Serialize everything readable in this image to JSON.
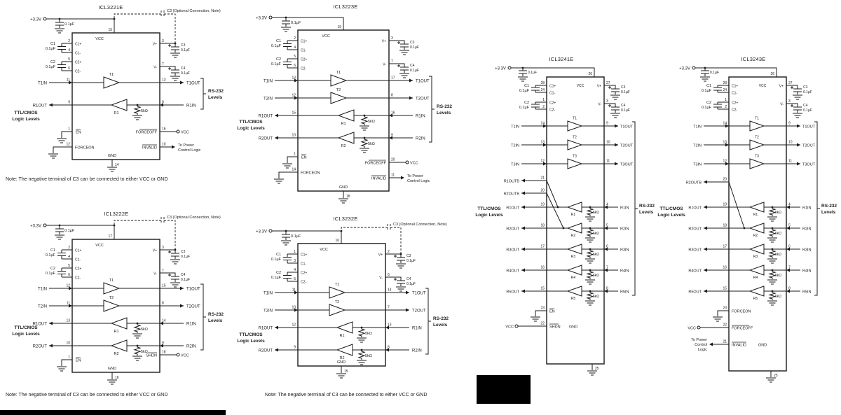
{
  "page": {
    "background": "#ffffff",
    "ink": "#1a1a1a"
  },
  "diagrams": {
    "icl3221e": {
      "title": "ICL3221E",
      "supply": "+3.3V",
      "bypass": "0.1µF",
      "vcc": "VCC",
      "vcc_pin": "15",
      "optional_c3": "C3 (Optional Connection, Note)",
      "note": "Note: The negative terminal of C3 can be connected to either VCC or GND",
      "side_left": [
        "TTL/CMOS",
        "Logic Levels"
      ],
      "side_right": [
        "RS-232",
        "Levels"
      ],
      "caps": {
        "c1": {
          "name": "C1",
          "value": "0.1µF"
        },
        "c2": {
          "name": "C2",
          "value": "0.1µF"
        },
        "c3": {
          "name": "C3",
          "value": "0.1µF"
        },
        "c4": {
          "name": "C4",
          "value": "0.1µF"
        }
      },
      "pump": {
        "c1p": {
          "l": "C1+",
          "p": "2"
        },
        "c1m": {
          "l": "C1-",
          "p": "4"
        },
        "c2p": {
          "l": "C2+",
          "p": "5"
        },
        "c2m": {
          "l": "C2-",
          "p": "6"
        },
        "vp": {
          "l": "V+",
          "p": "3"
        },
        "vm": {
          "l": "V-",
          "p": "7"
        }
      },
      "tx": [
        {
          "name": "T1",
          "in": "T1IN",
          "inp": "11",
          "out": "T1OUT",
          "outp": "13"
        }
      ],
      "rx": [
        {
          "name": "R1",
          "out": "R1OUT",
          "outp": "9",
          "in": "R1IN",
          "inp": "8",
          "res": "5kΩ"
        }
      ],
      "en": {
        "l": "EN",
        "p": "1"
      },
      "forceon": {
        "l": "FORCEON",
        "p": "12"
      },
      "forceoff": {
        "l": "FORCEOFF",
        "p": "16",
        "to": "VCC"
      },
      "invalid": {
        "l": "INVALID",
        "p": "10",
        "to": [
          "To Power",
          "Control Logic"
        ]
      },
      "gnd": {
        "l": "GND",
        "p": "14"
      }
    },
    "icl3223e": {
      "title": "ICL3223E",
      "supply": "+3.3V",
      "bypass": "0.1µF",
      "vcc": "VCC",
      "vcc_pin": "19",
      "side_left": [
        "TTL/CMOS",
        "Logic Levels"
      ],
      "side_right": [
        "RS-232",
        "Levels"
      ],
      "caps": {
        "c1": {
          "name": "C1",
          "value": "0.1µF"
        },
        "c2": {
          "name": "C2",
          "value": "0.1µF"
        },
        "c3": {
          "name": "C3",
          "value": "0.1µF"
        },
        "c4": {
          "name": "C4",
          "value": "0.1µF"
        }
      },
      "pump": {
        "c1p": {
          "l": "C1+",
          "p": "2"
        },
        "c1m": {
          "l": "C1-",
          "p": "4"
        },
        "c2p": {
          "l": "C2+",
          "p": "5"
        },
        "c2m": {
          "l": "C2-",
          "p": "6"
        },
        "vp": {
          "l": "V+",
          "p": "3"
        },
        "vm": {
          "l": "V-",
          "p": "7"
        }
      },
      "tx": [
        {
          "name": "T1",
          "in": "T1IN",
          "inp": "13",
          "out": "T1OUT",
          "outp": "17"
        },
        {
          "name": "T2",
          "in": "T2IN",
          "inp": "12",
          "out": "T2OUT",
          "outp": "8"
        }
      ],
      "rx": [
        {
          "name": "R1",
          "out": "R1OUT",
          "outp": "15",
          "in": "R1IN",
          "inp": "16",
          "res": "5kΩ"
        },
        {
          "name": "R2",
          "out": "R2OUT",
          "outp": "10",
          "in": "R2IN",
          "inp": "9",
          "res": "5kΩ"
        }
      ],
      "en": {
        "l": "EN",
        "p": "1"
      },
      "forceon": {
        "l": "FORCEON",
        "p": "14"
      },
      "forceoff": {
        "l": "FORCEOFF",
        "p": "20",
        "to": "VCC"
      },
      "invalid": {
        "l": "INVALID",
        "p": "11",
        "to": [
          "To Power",
          "Control Logic"
        ]
      },
      "gnd": {
        "l": "GND",
        "p": "18"
      }
    },
    "icl3241e": {
      "title": "ICL3241E",
      "supply": "+3.3V",
      "bypass": "0.1µF",
      "vcc": "VCC",
      "vcc_pin": "26",
      "side_left": [
        "TTL/CMOS",
        "Logic Levels"
      ],
      "side_right": [
        "RS-232",
        "Levels"
      ],
      "caps": {
        "c1": {
          "name": "C1",
          "value": "0.1µF"
        },
        "c2": {
          "name": "C2",
          "value": "0.1µF"
        },
        "c3": {
          "name": "C3",
          "value": "0.1µF"
        },
        "c4": {
          "name": "C4",
          "value": "0.1µF"
        }
      },
      "pump": {
        "c1p": {
          "l": "C1+",
          "p": "28"
        },
        "c1m": {
          "l": "C1-",
          "p": "24"
        },
        "c2p": {
          "l": "C2+",
          "p": "1"
        },
        "c2m": {
          "l": "C2-",
          "p": "2"
        },
        "vp": {
          "l": "V+",
          "p": "27"
        },
        "vm": {
          "l": "V-",
          "p": "3"
        }
      },
      "tx": [
        {
          "name": "T1",
          "in": "T1IN",
          "inp": "14",
          "out": "T1OUT",
          "outp": "9"
        },
        {
          "name": "T2",
          "in": "T2IN",
          "inp": "13",
          "out": "T2OUT",
          "outp": "10"
        },
        {
          "name": "T3",
          "in": "T3IN",
          "inp": "12",
          "out": "T3OUT",
          "outp": "11"
        }
      ],
      "outb": [
        {
          "l": "R1OUTB",
          "p": "21"
        },
        {
          "l": "R2OUTB",
          "p": "20"
        }
      ],
      "rx": [
        {
          "name": "R1",
          "out": "R1OUT",
          "outp": "19",
          "in": "R1IN",
          "inp": "4",
          "res": "5kΩ"
        },
        {
          "name": "R2",
          "out": "R2OUT",
          "outp": "18",
          "in": "R2IN",
          "inp": "5",
          "res": "5kΩ"
        },
        {
          "name": "R3",
          "out": "R3OUT",
          "outp": "17",
          "in": "R3IN",
          "inp": "6",
          "res": "5kΩ"
        },
        {
          "name": "R4",
          "out": "R4OUT",
          "outp": "16",
          "in": "R4IN",
          "inp": "7",
          "res": "5kΩ"
        },
        {
          "name": "R5",
          "out": "R5OUT",
          "outp": "15",
          "in": "R5IN",
          "inp": "8",
          "res": "5kΩ"
        }
      ],
      "en": {
        "l": "EN",
        "p": "23"
      },
      "shdn": {
        "l": "SHDN",
        "p": "22",
        "from": "VCC"
      },
      "gnd": {
        "l": "GND",
        "p": "25"
      }
    },
    "icl3243e": {
      "title": "ICL3243E",
      "supply": "+3.3V",
      "bypass": "0.1µF",
      "vcc": "VCC",
      "vcc_pin": "26",
      "side_left": [
        "TTL/CMOS",
        "Logic Levels"
      ],
      "side_right": [
        "RS-232",
        "Levels"
      ],
      "caps": {
        "c1": {
          "name": "C1",
          "value": "0.1µF"
        },
        "c2": {
          "name": "C2",
          "value": "0.1µF"
        },
        "c3": {
          "name": "C3",
          "value": "0.1µF"
        },
        "c4": {
          "name": "C4",
          "value": "0.1µF"
        }
      },
      "pump": {
        "c1p": {
          "l": "C1+",
          "p": "28"
        },
        "c1m": {
          "l": "C1-",
          "p": "24"
        },
        "c2p": {
          "l": "C2+",
          "p": "1"
        },
        "c2m": {
          "l": "C2-",
          "p": "2"
        },
        "vp": {
          "l": "V+",
          "p": "27"
        },
        "vm": {
          "l": "V-",
          "p": "3"
        }
      },
      "tx": [
        {
          "name": "T1",
          "in": "T1IN",
          "inp": "14",
          "out": "T1OUT",
          "outp": "9"
        },
        {
          "name": "T2",
          "in": "T2IN",
          "inp": "13",
          "out": "T2OUT",
          "outp": "10"
        },
        {
          "name": "T3",
          "in": "T3IN",
          "inp": "12",
          "out": "T3OUT",
          "outp": "11"
        }
      ],
      "outb": [
        {
          "l": "R2OUTB",
          "p": "20"
        }
      ],
      "rx": [
        {
          "name": "R1",
          "out": "R1OUT",
          "outp": "19",
          "in": "R1IN",
          "inp": "4",
          "res": "5kΩ"
        },
        {
          "name": "R2",
          "out": "R2OUT",
          "outp": "18",
          "in": "R2IN",
          "inp": "5",
          "res": "5kΩ"
        },
        {
          "name": "R3",
          "out": "R3OUT",
          "outp": "17",
          "in": "R3IN",
          "inp": "6",
          "res": "5kΩ"
        },
        {
          "name": "R4",
          "out": "R4OUT",
          "outp": "16",
          "in": "R4IN",
          "inp": "7",
          "res": "5kΩ"
        },
        {
          "name": "R5",
          "out": "R5OUT",
          "outp": "15",
          "in": "R5IN",
          "inp": "8",
          "res": "5kΩ"
        }
      ],
      "forceon": {
        "l": "FORCEON",
        "p": "23"
      },
      "forceoff": {
        "l": "FORCEOFF",
        "p": "22",
        "from": "VCC"
      },
      "invalid": {
        "l": "INVALID",
        "p": "21",
        "to": [
          "To Power",
          "Control",
          "Logic"
        ]
      },
      "gnd": {
        "l": "GND",
        "p": "25"
      }
    },
    "icl3222e": {
      "title": "ICL3222E",
      "supply": "+3.3V",
      "bypass": "0.1µF",
      "vcc": "VCC",
      "vcc_pin": "17",
      "optional_c3": "C3 (Optional Connection, Note)",
      "note": "Note: The negative terminal of C3 can be connected to either VCC or GND",
      "side_left": [
        "TTL/CMOS",
        "Logic Levels"
      ],
      "side_right": [
        "RS-232",
        "Levels"
      ],
      "caps": {
        "c1": {
          "name": "C1",
          "value": "0.1µF"
        },
        "c2": {
          "name": "C2",
          "value": "0.1µF"
        },
        "c3": {
          "name": "C3",
          "value": "0.1µF"
        },
        "c4": {
          "name": "C4",
          "value": "0.1µF"
        }
      },
      "pump": {
        "c1p": {
          "l": "C1+",
          "p": "2"
        },
        "c1m": {
          "l": "C1-",
          "p": "4"
        },
        "c2p": {
          "l": "C2+",
          "p": "5"
        },
        "c2m": {
          "l": "C2-",
          "p": "6"
        },
        "vp": {
          "l": "V+",
          "p": "3"
        },
        "vm": {
          "l": "V-",
          "p": "7"
        }
      },
      "tx": [
        {
          "name": "T1",
          "in": "T1IN",
          "inp": "12",
          "out": "T1OUT",
          "outp": "15"
        },
        {
          "name": "T2",
          "in": "T2IN",
          "inp": "11",
          "out": "T2OUT",
          "outp": "8"
        }
      ],
      "rx": [
        {
          "name": "R1",
          "out": "R1OUT",
          "outp": "13",
          "in": "R1IN",
          "inp": "14",
          "res": "5kΩ"
        },
        {
          "name": "R2",
          "out": "R2OUT",
          "outp": "10",
          "in": "R2IN",
          "inp": "9",
          "res": "5kΩ"
        }
      ],
      "en": {
        "l": "EN",
        "p": "1"
      },
      "shdn": {
        "l": "SHDN",
        "p": "18",
        "to": "VCC"
      },
      "gnd": {
        "l": "GND",
        "p": "16"
      }
    },
    "icl3232e": {
      "title": "ICL3232E",
      "supply": "+3.3V",
      "bypass": "0.1µF",
      "vcc": "VCC",
      "vcc_pin": "16",
      "optional_c3": "C3 (Optional Connection, Note)",
      "note": "Note: The negative terminal of C3 can be connected to either VCC or GND",
      "side_left": [
        "TTL/CMOS",
        "Logic Levels"
      ],
      "side_right": [
        "RS-232",
        "Levels"
      ],
      "caps": {
        "c1": {
          "name": "C1",
          "value": "0.1µF"
        },
        "c2": {
          "name": "C2",
          "value": "0.1µF"
        },
        "c3": {
          "name": "C3",
          "value": "0.1µF"
        },
        "c4": {
          "name": "C4",
          "value": "0.1µF"
        }
      },
      "pump": {
        "c1p": {
          "l": "C1+",
          "p": "1"
        },
        "c1m": {
          "l": "C1-",
          "p": "3"
        },
        "c2p": {
          "l": "C2+",
          "p": "4"
        },
        "c2m": {
          "l": "C2-",
          "p": "5"
        },
        "vp": {
          "l": "V+",
          "p": "2"
        },
        "vm": {
          "l": "V-",
          "p": "6"
        }
      },
      "tx": [
        {
          "name": "T1",
          "in": "T1IN",
          "inp": "11",
          "out": "T1OUT",
          "outp": "14"
        },
        {
          "name": "T2",
          "in": "T2IN",
          "inp": "10",
          "out": "T2OUT",
          "outp": "7"
        }
      ],
      "rx": [
        {
          "name": "R1",
          "out": "R1OUT",
          "outp": "12",
          "in": "R1IN",
          "inp": "13",
          "res": "5kΩ"
        },
        {
          "name": "R2",
          "out": "R2OUT",
          "outp": "9",
          "in": "R2IN",
          "inp": "8",
          "res": "5kΩ"
        }
      ],
      "gnd": {
        "l": "GND",
        "p": "15"
      }
    }
  }
}
